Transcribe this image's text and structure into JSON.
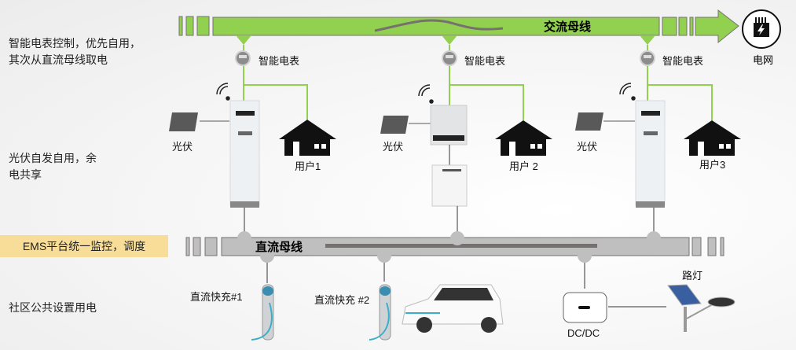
{
  "notes": {
    "meter_control": [
      "智能电表控制，优先自用，",
      "其次从直流母线取电"
    ],
    "pv_self_use": [
      "光伏自发自用，余",
      "电共享"
    ],
    "ems": "EMS平台统一监控，调度",
    "community": "社区公共设置用电"
  },
  "ac_bus": {
    "label": "交流母线",
    "color": "#92d050"
  },
  "dc_bus": {
    "label": "直流母线",
    "color": "#bfbfbf"
  },
  "grid": {
    "label": "电网",
    "icon": "power-grid-icon"
  },
  "units": [
    {
      "meter_label": "智能电表",
      "pv_label": "光伏",
      "user_label": "用户1",
      "device": "storage-cabinet"
    },
    {
      "meter_label": "智能电表",
      "pv_label": "光伏",
      "user_label": "用户 2",
      "device": "inverter-battery"
    },
    {
      "meter_label": "智能电表",
      "pv_label": "光伏",
      "user_label": "用户3",
      "device": "storage-cabinet"
    }
  ],
  "loads": {
    "charger1": "直流快充#1",
    "charger2": "直流快充 #2",
    "dcdc": "DC/DC",
    "streetlight": "路灯"
  }
}
